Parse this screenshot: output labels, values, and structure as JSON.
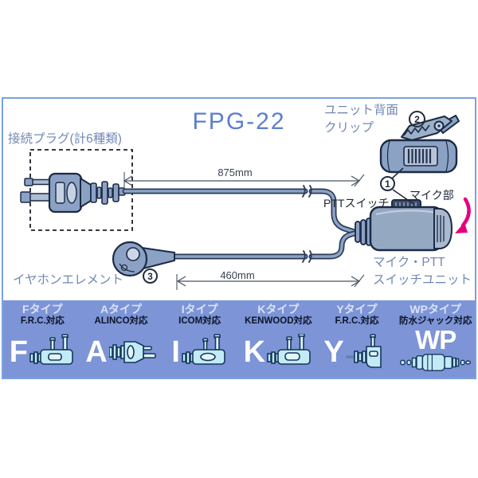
{
  "diagram": {
    "title": "FPG-22",
    "connector_plug_label": "接続プラグ(計6種類)",
    "unit_back_clip_line1": "ユニット背面",
    "unit_back_clip_line2": "クリップ",
    "ptt_switch_label": "PTTスイッチ",
    "mic_part_label": "マイク部",
    "mic_ptt_unit_line1": "マイク・PTT",
    "mic_ptt_unit_line2": "スイッチユニット",
    "earphone_label": "イヤホンエレメント",
    "cable_length_top": "875mm",
    "cable_length_bottom": "460mm",
    "callout_1": "1",
    "callout_2": "2",
    "callout_3": "3"
  },
  "plug_types": [
    {
      "letter": "F",
      "name": "Fタイプ",
      "compat": "F.R.C.対応"
    },
    {
      "letter": "A",
      "name": "Aタイプ",
      "compat": "ALINCO対応"
    },
    {
      "letter": "I",
      "name": "Iタイプ",
      "compat": "ICOM対応"
    },
    {
      "letter": "K",
      "name": "Kタイプ",
      "compat": "KENWOOD対応"
    },
    {
      "letter": "Y",
      "name": "Yタイプ",
      "compat": "F.R.C.対応"
    },
    {
      "letter": "WP",
      "name": "WPタイプ",
      "compat": "防水ジャック対応"
    }
  ],
  "colors": {
    "title_blue": "#5b7ed0",
    "label_blue": "#7388b4",
    "dark_text": "#1c2634",
    "frame_border": "#7ba2dc",
    "band_background": "#7d94d7",
    "band_type_text": "#d9e2f7",
    "band_compat_text": "#0c1526",
    "device_fill": "#8ba2c4",
    "device_outline": "#1c2a44",
    "plug_icon_fill": "#c3ebf6",
    "mic_arrow_pink": "#e6007e"
  }
}
